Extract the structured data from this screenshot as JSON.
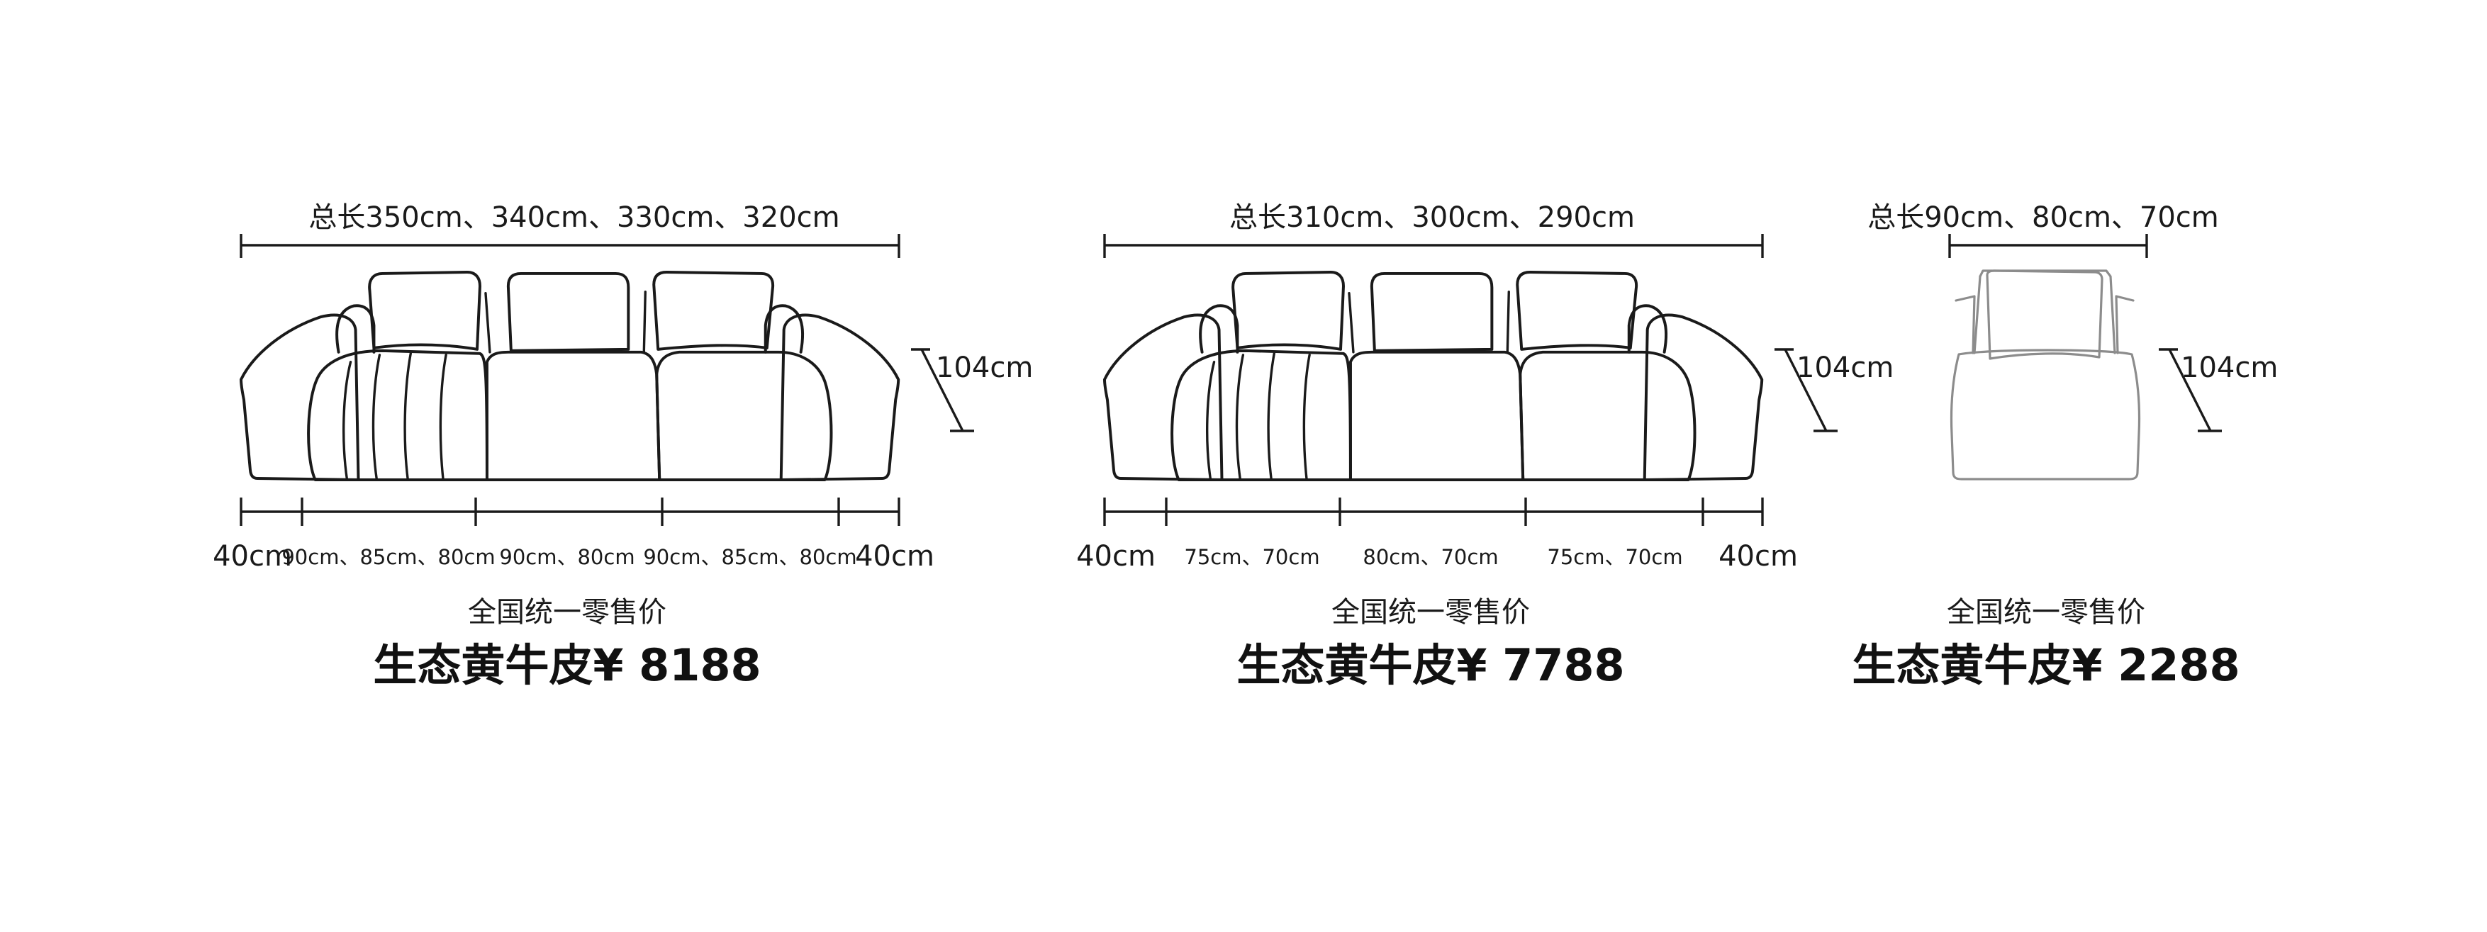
{
  "products": [
    {
      "id": "sofa-large",
      "total_length_label": "总长350cm、340cm、330cm、320cm",
      "height_label": "104cm",
      "segments": {
        "left_arm": "40cm",
        "seat_1": "90cm、85cm、80cm",
        "seat_2": "90cm、80cm",
        "seat_3": "90cm、85cm、80cm",
        "right_arm": "40cm"
      },
      "retail_label": "全国统一零售价",
      "material": "生态黄牛皮",
      "currency": "¥",
      "price": "8188"
    },
    {
      "id": "sofa-medium",
      "total_length_label": "总长310cm、300cm、290cm",
      "height_label": "104cm",
      "segments": {
        "left_arm": "40cm",
        "seat_1": "75cm、70cm",
        "seat_2": "80cm、70cm",
        "seat_3": "75cm、70cm",
        "right_arm": "40cm"
      },
      "retail_label": "全国统一零售价",
      "material": "生态黄牛皮",
      "currency": "¥",
      "price": "7788"
    },
    {
      "id": "armchair",
      "total_length_label": "总长90cm、80cm、70cm",
      "height_label": "104cm",
      "retail_label": "全国统一零售价",
      "material": "生态黄牛皮",
      "currency": "¥",
      "price": "2288"
    }
  ],
  "colors": {
    "line": "#1a1a1a",
    "secondary_line": "#8c8c8c",
    "background": "#ffffff"
  }
}
